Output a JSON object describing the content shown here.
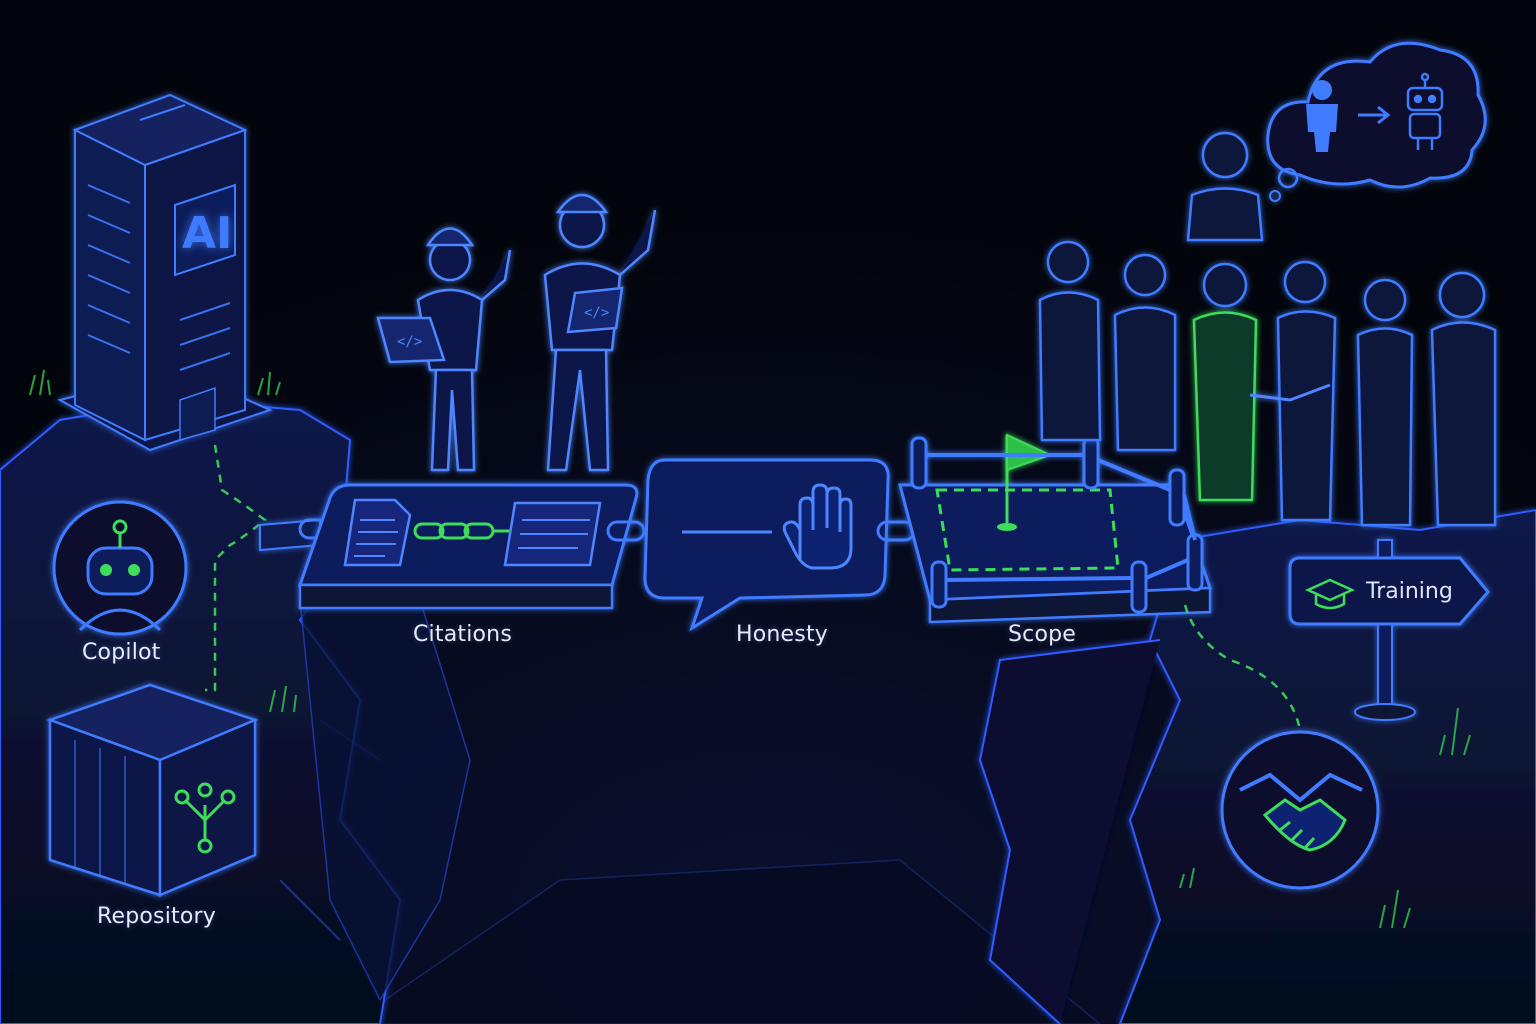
{
  "labels": {
    "copilot": "Copilot",
    "repository": "Repository",
    "citations": "Citations",
    "honesty": "Honesty",
    "scope": "Scope",
    "training": "Training",
    "ai_badge": "AI"
  },
  "colors": {
    "background": "#04060f",
    "outline_blue": "#2f5bff",
    "glow_blue": "#3f7bff",
    "accent_green": "#3ddc5a",
    "text": "#e6ebf7"
  },
  "icons": [
    "server-tower",
    "robot-icon",
    "crate-git-icon",
    "document-icon",
    "chain-icon",
    "hand-stop-icon",
    "flag-icon",
    "graduation-cap-icon",
    "handshake-icon",
    "person-to-robot-thought"
  ]
}
